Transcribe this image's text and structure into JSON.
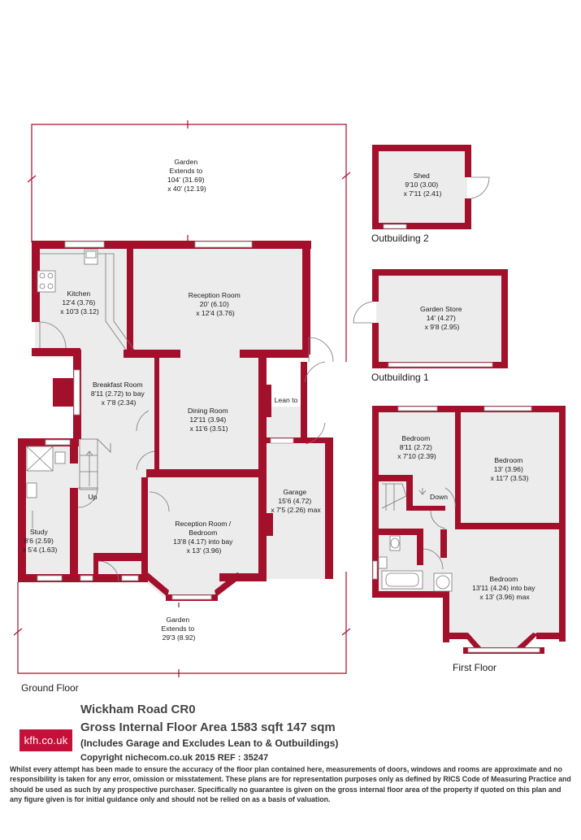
{
  "floors": {
    "ground": "Ground Floor",
    "first": "First Floor",
    "outbuilding1": "Outbuilding 1",
    "outbuilding2": "Outbuilding 2"
  },
  "rooms": {
    "garden_rear": [
      "Garden",
      "Extends to",
      "104' (31.69)",
      "x 40' (12.19)"
    ],
    "garden_front": [
      "Garden",
      "Extends to",
      "29'3 (8.92)"
    ],
    "kitchen": [
      "Kitchen",
      "12'4 (3.76)",
      "x 10'3 (3.12)"
    ],
    "reception_room": [
      "Reception Room",
      "20' (6.10)",
      "x 12'4 (3.76)"
    ],
    "breakfast_room": [
      "Breakfast Room",
      "8'11 (2.72) to bay",
      "x 7'8 (2.34)"
    ],
    "dining_room": [
      "Dining Room",
      "12'11 (3.94)",
      "x 11'6 (3.51)"
    ],
    "lean_to": [
      "Lean to"
    ],
    "garage": [
      "Garage",
      "15'6 (4.72)",
      "x 7'5 (2.26) max"
    ],
    "study": [
      "Study",
      "8'6 (2.59)",
      "x 5'4 (1.63)"
    ],
    "reception_bedroom": [
      "Reception Room /",
      "Bedroom",
      "13'8 (4.17) into bay",
      "x 13' (3.96)"
    ],
    "up": "Up",
    "shed": [
      "Shed",
      "9'10 (3.00)",
      "x 7'11 (2.41)"
    ],
    "garden_store": [
      "Garden Store",
      "14' (4.27)",
      "x 9'8 (2.95)"
    ],
    "bedroom1": [
      "Bedroom",
      "8'11 (2.72)",
      "x 7'10 (2.39)"
    ],
    "bedroom2": [
      "Bedroom",
      "13' (3.96)",
      "x 11'7 (3.53)"
    ],
    "bedroom3": [
      "Bedroom",
      "13'11 (4.24) into bay",
      "x 13' (3.96) max"
    ],
    "down": "Down"
  },
  "footer": {
    "address": "Wickham Road  CR0",
    "gia": "Gross Internal Floor Area 1583 sqft 147 sqm",
    "includes": "(Includes Garage and Excludes Lean to & Outbuildings)",
    "copyright": "Copyright nichecom.co.uk 2015 REF : 35247",
    "disclaimer": "Whilst every attempt has been made to ensure the accuracy of the floor plan contained here, measurements of doors, windows and rooms are approximate and no responsibility is taken for any error, omission or misstatement.  These plans are for representation purposes only as defined by RICS Code of Measuring Practice and should be used as such by any prospective purchaser.  Specifically no guarantee is given on the gross internal floor area of the property if quoted on this plan and any figure given is for initial guidance only and should not be relied on as a basis of valuation.",
    "logo": "kfh.co.uk"
  },
  "colors": {
    "wall": "#a3102b",
    "floor": "#ececec",
    "logo": "#c5113a"
  }
}
